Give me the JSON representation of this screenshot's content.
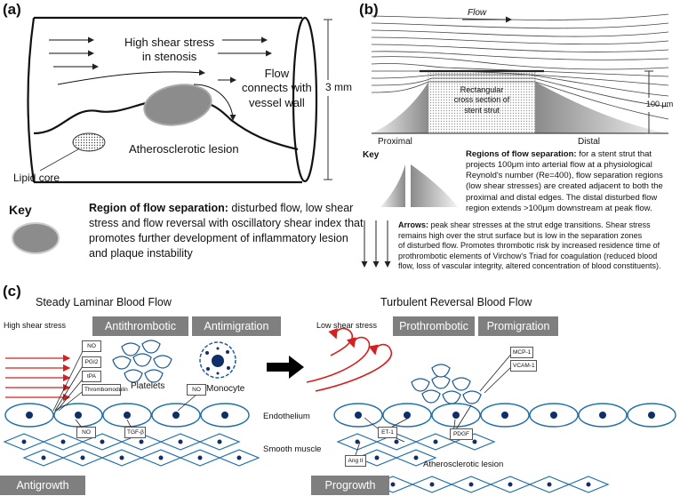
{
  "panel_a": {
    "label": "(a)",
    "shear": [
      "High shear stress",
      "in stenosis"
    ],
    "flow": [
      "Flow",
      "connects with",
      "vessel wall"
    ],
    "dimension": "3 mm",
    "lesion": "Atherosclerotic lesion",
    "lipid_core": "Lipid core",
    "key": "Key",
    "region_title": "Region of flow separation:",
    "region_lines": [
      " disturbed flow, low shear",
      "stress and flow reversal with oscillatory shear index that",
      "promotes further development of inflammatory lesion",
      "and plaque instability"
    ]
  },
  "panel_b": {
    "label": "(b)",
    "flow": "Flow",
    "strut": [
      "Rectangular",
      "cross section of",
      "stent strut"
    ],
    "height": "100 μm",
    "proximal": "Proximal",
    "distal": "Distal",
    "key": "Key",
    "sep_title": "Regions of flow separation:",
    "sep_lines": [
      " for a stent strut that",
      "projects 100μm into arterial flow at a physiological",
      "Reynold's number (Re=400), flow separation regions",
      "(low shear stresses) are created adjacent to both the",
      "proximal and distal edges. The distal disturbed flow",
      "region extends >100μm downstream at peak flow."
    ],
    "arrows_title": "Arrows:",
    "arrows_lines": [
      " peak shear stresses at the strut edge transitions. Shear stress",
      "remains high over the strut surface but is low in the separation zones",
      "of disturbed flow.  Promotes thrombotic risk by increased residence time of",
      "prothrombotic elements of Virchow's Triad for coagulation (reduced blood",
      "flow, loss of vascular integrity, altered concentration of blood constituents)."
    ]
  },
  "panel_c": {
    "label": "(c)",
    "left": {
      "title": "Steady Laminar  Blood Flow",
      "shear": "High shear stress",
      "antithrombotic": "Antithrombotic",
      "antimigration": "Antimigration",
      "antigrowth": "Antigrowth",
      "factors": [
        "NO",
        "PGI2",
        "tPA",
        "Thrombomodulin"
      ],
      "platelets": "Platelets",
      "monocyte": "Monocyte",
      "no2": "NO",
      "no3": "NO",
      "tgf": "TGF-β"
    },
    "right": {
      "title": "Turbulent Reversal  Blood Flow",
      "shear": "Low shear stress",
      "prothrombotic": "Prothrombotic",
      "promigration": "Promigration",
      "progrowth": "Progrowth",
      "mcp": "MCP-1",
      "vcam": "VCAM-1",
      "et1": "ET-1",
      "pdgf": "PDGF",
      "ang": "Ang II",
      "lesion": "Atherosclerotic lesion"
    },
    "endothelium": "Endothelium",
    "smooth_muscle": "Smooth muscle"
  }
}
